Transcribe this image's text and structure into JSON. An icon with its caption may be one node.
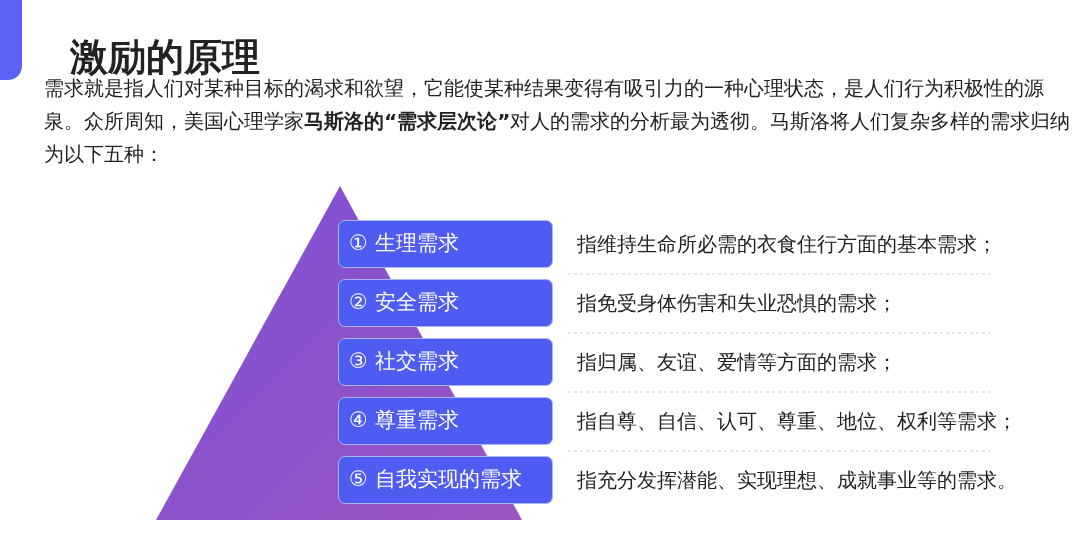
{
  "diagram": {
    "title": "激励的原理",
    "nodes": [
      {
        "text": [
          "① 生理需求"
        ],
        "beside": [
          "指维持生命所必需的衣食住行方面的基本需求；"
        ]
      },
      {
        "text": [
          "② 安全需求"
        ],
        "beside": [
          "指免受身体伤害和失业恐惧的需求；"
        ]
      },
      {
        "text": [
          "③ 社交需求"
        ],
        "beside": [
          "指归属、友谊、爱情等方面的需求；"
        ]
      },
      {
        "text": [
          "④ 尊重需求"
        ],
        "beside": [
          "指自尊、自信、认可、尊重、地位、权利等需求；"
        ]
      },
      {
        "text": [
          "⑤ 自我实现的需求"
        ],
        "beside": [
          "指充分发挥潜能、实现理想、成就事业等的需求。"
        ]
      }
    ],
    "labels": [
      "需求就是指人们对某种目标的渴求和欲望，它能使某种结果变得有吸引力的一种心理状态，是人们行为积极性的源泉。众所周知，美国心理学家**马斯洛的“需求层次论”**对人的需求的分析最为透彻。马斯洛将人们复杂多样的需求归纳为以下五种："
    ]
  }
}
